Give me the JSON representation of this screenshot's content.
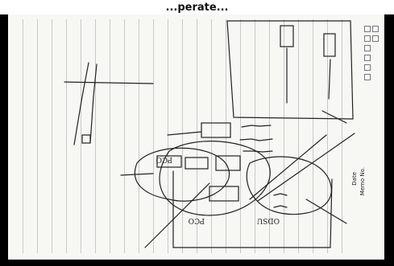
{
  "header": {
    "title": "...perate..."
  },
  "sheet": {
    "memo_label": "Memo No.",
    "date_label": "Date",
    "handwritten_labels": [
      "PCO",
      "ODSU",
      "PCO"
    ]
  },
  "toolbar_icons": [
    "square-icon",
    "pencil-icon",
    "circle-icon",
    "grid-icon"
  ]
}
